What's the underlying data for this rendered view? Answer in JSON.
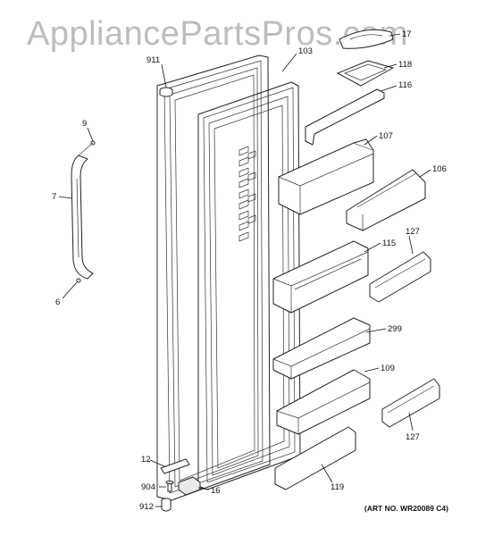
{
  "watermark": "AppliancePartsPros.com",
  "art_number": "(ART NO. WR20089 C4)",
  "callouts": [
    {
      "id": "911",
      "label": "911"
    },
    {
      "id": "103",
      "label": "103"
    },
    {
      "id": "17",
      "label": "17"
    },
    {
      "id": "118",
      "label": "118"
    },
    {
      "id": "116",
      "label": "116"
    },
    {
      "id": "9",
      "label": "9"
    },
    {
      "id": "107",
      "label": "107"
    },
    {
      "id": "106",
      "label": "106"
    },
    {
      "id": "7",
      "label": "7"
    },
    {
      "id": "115",
      "label": "115"
    },
    {
      "id": "127a",
      "label": "127"
    },
    {
      "id": "6",
      "label": "6"
    },
    {
      "id": "299",
      "label": "299"
    },
    {
      "id": "109",
      "label": "109"
    },
    {
      "id": "127b",
      "label": "127"
    },
    {
      "id": "12",
      "label": "12"
    },
    {
      "id": "904",
      "label": "904"
    },
    {
      "id": "16",
      "label": "16"
    },
    {
      "id": "119",
      "label": "119"
    },
    {
      "id": "912",
      "label": "912"
    }
  ]
}
